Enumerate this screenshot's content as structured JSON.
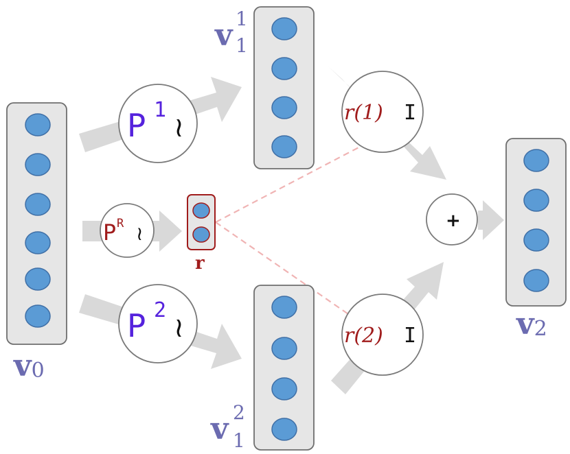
{
  "colors": {
    "node_fill": "#5b9bd5",
    "node_stroke": "#3f6fa6",
    "vector_box_fill": "#e6e6e6",
    "vector_box_stroke": "#6e6e6e",
    "arrow_fill": "#d9d9d9",
    "vector_label": "#6b6bb0",
    "p_text": "#5522dd",
    "r_text": "#a01c1c",
    "dashed_line": "#f0b4b4"
  },
  "vectors": {
    "v0": {
      "base": "v",
      "sub": "0",
      "sup": "",
      "nodes": 6
    },
    "v1_1": {
      "base": "v",
      "sub": "1",
      "sup": "1",
      "nodes": 4
    },
    "v1_2": {
      "base": "v",
      "sub": "1",
      "sup": "2",
      "nodes": 4
    },
    "v2": {
      "base": "v",
      "sub": "2",
      "sup": "",
      "nodes": 4
    },
    "r": {
      "label": "r",
      "nodes": 2
    }
  },
  "operators": {
    "p1": {
      "base": "P",
      "sup": "1",
      "symbol": "≀"
    },
    "pr": {
      "base": "P",
      "sup": "R",
      "symbol": "≀"
    },
    "p2": {
      "base": "P",
      "sup": "2",
      "symbol": "≀"
    },
    "r1": {
      "coeff": "r(1)",
      "op": "I"
    },
    "r2": {
      "coeff": "r(2)",
      "op": "I"
    },
    "plus": {
      "symbol": "+"
    }
  }
}
